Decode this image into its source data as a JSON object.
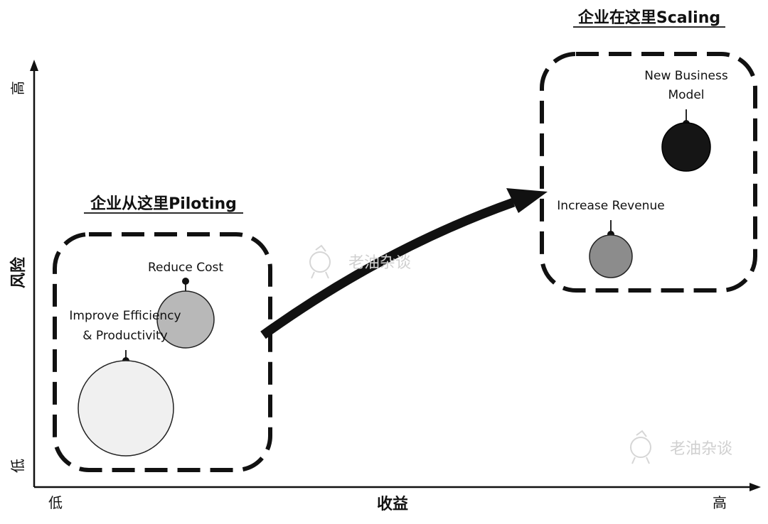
{
  "axes": {
    "x_label": "收益",
    "y_label": "风险",
    "x_low": "低",
    "x_high": "高",
    "y_low": "低",
    "y_high": "高"
  },
  "zones": {
    "piloting_title": "企业从这里Piloting",
    "scaling_title": "企业在这里Scaling"
  },
  "bubbles": [
    {
      "id": "improve-efficiency",
      "label_line1": "Improve Efficiency",
      "label_line2": "& Productivity",
      "fill": "#f0f0f0"
    },
    {
      "id": "reduce-cost",
      "label_line1": "Reduce Cost",
      "label_line2": "",
      "fill": "#b8b8b8"
    },
    {
      "id": "increase-revenue",
      "label_line1": "Increase Revenue",
      "label_line2": "",
      "fill": "#8c8c8c"
    },
    {
      "id": "new-business-model",
      "label_line1": "New Business",
      "label_line2": "Model",
      "fill": "#151515"
    }
  ],
  "watermark": "老油杂谈",
  "colors": {
    "ink": "#111111",
    "watermark": "#d0d0d0"
  }
}
